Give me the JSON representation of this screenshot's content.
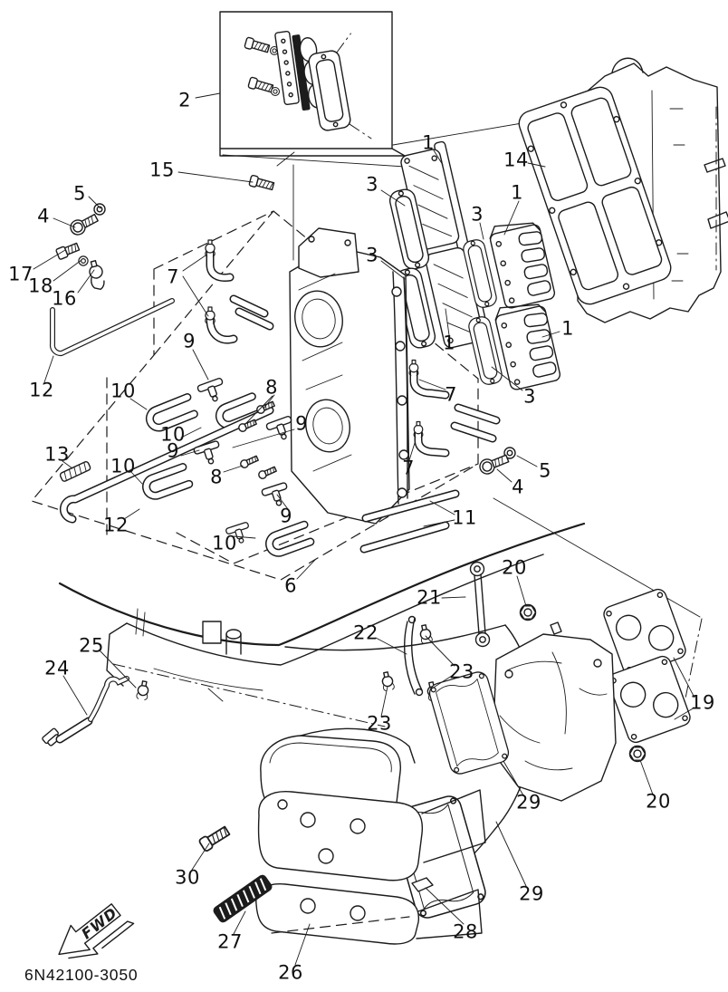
{
  "diagram": {
    "part_code": "6N42100-3050",
    "fwd_label": "FWD",
    "ink_color": "#1c1c1c",
    "background_color": "#ffffff",
    "callouts": [
      {
        "n": "2"
      },
      {
        "n": "15"
      },
      {
        "n": "5"
      },
      {
        "n": "4"
      },
      {
        "n": "17"
      },
      {
        "n": "18"
      },
      {
        "n": "16"
      },
      {
        "n": "7"
      },
      {
        "n": "1"
      },
      {
        "n": "14"
      },
      {
        "n": "3"
      },
      {
        "n": "1"
      },
      {
        "n": "3"
      },
      {
        "n": "3"
      },
      {
        "n": "9"
      },
      {
        "n": "12"
      },
      {
        "n": "10"
      },
      {
        "n": "8"
      },
      {
        "n": "1"
      },
      {
        "n": "1"
      },
      {
        "n": "7"
      },
      {
        "n": "3"
      },
      {
        "n": "9"
      },
      {
        "n": "10"
      },
      {
        "n": "9"
      },
      {
        "n": "13"
      },
      {
        "n": "10"
      },
      {
        "n": "8"
      },
      {
        "n": "7"
      },
      {
        "n": "5"
      },
      {
        "n": "4"
      },
      {
        "n": "9"
      },
      {
        "n": "11"
      },
      {
        "n": "12"
      },
      {
        "n": "10"
      },
      {
        "n": "6"
      },
      {
        "n": "20"
      },
      {
        "n": "21"
      },
      {
        "n": "22"
      },
      {
        "n": "23"
      },
      {
        "n": "19"
      },
      {
        "n": "23"
      },
      {
        "n": "25"
      },
      {
        "n": "24"
      },
      {
        "n": "29"
      },
      {
        "n": "20"
      },
      {
        "n": "30"
      },
      {
        "n": "27"
      },
      {
        "n": "26"
      },
      {
        "n": "28"
      },
      {
        "n": "29"
      }
    ]
  }
}
